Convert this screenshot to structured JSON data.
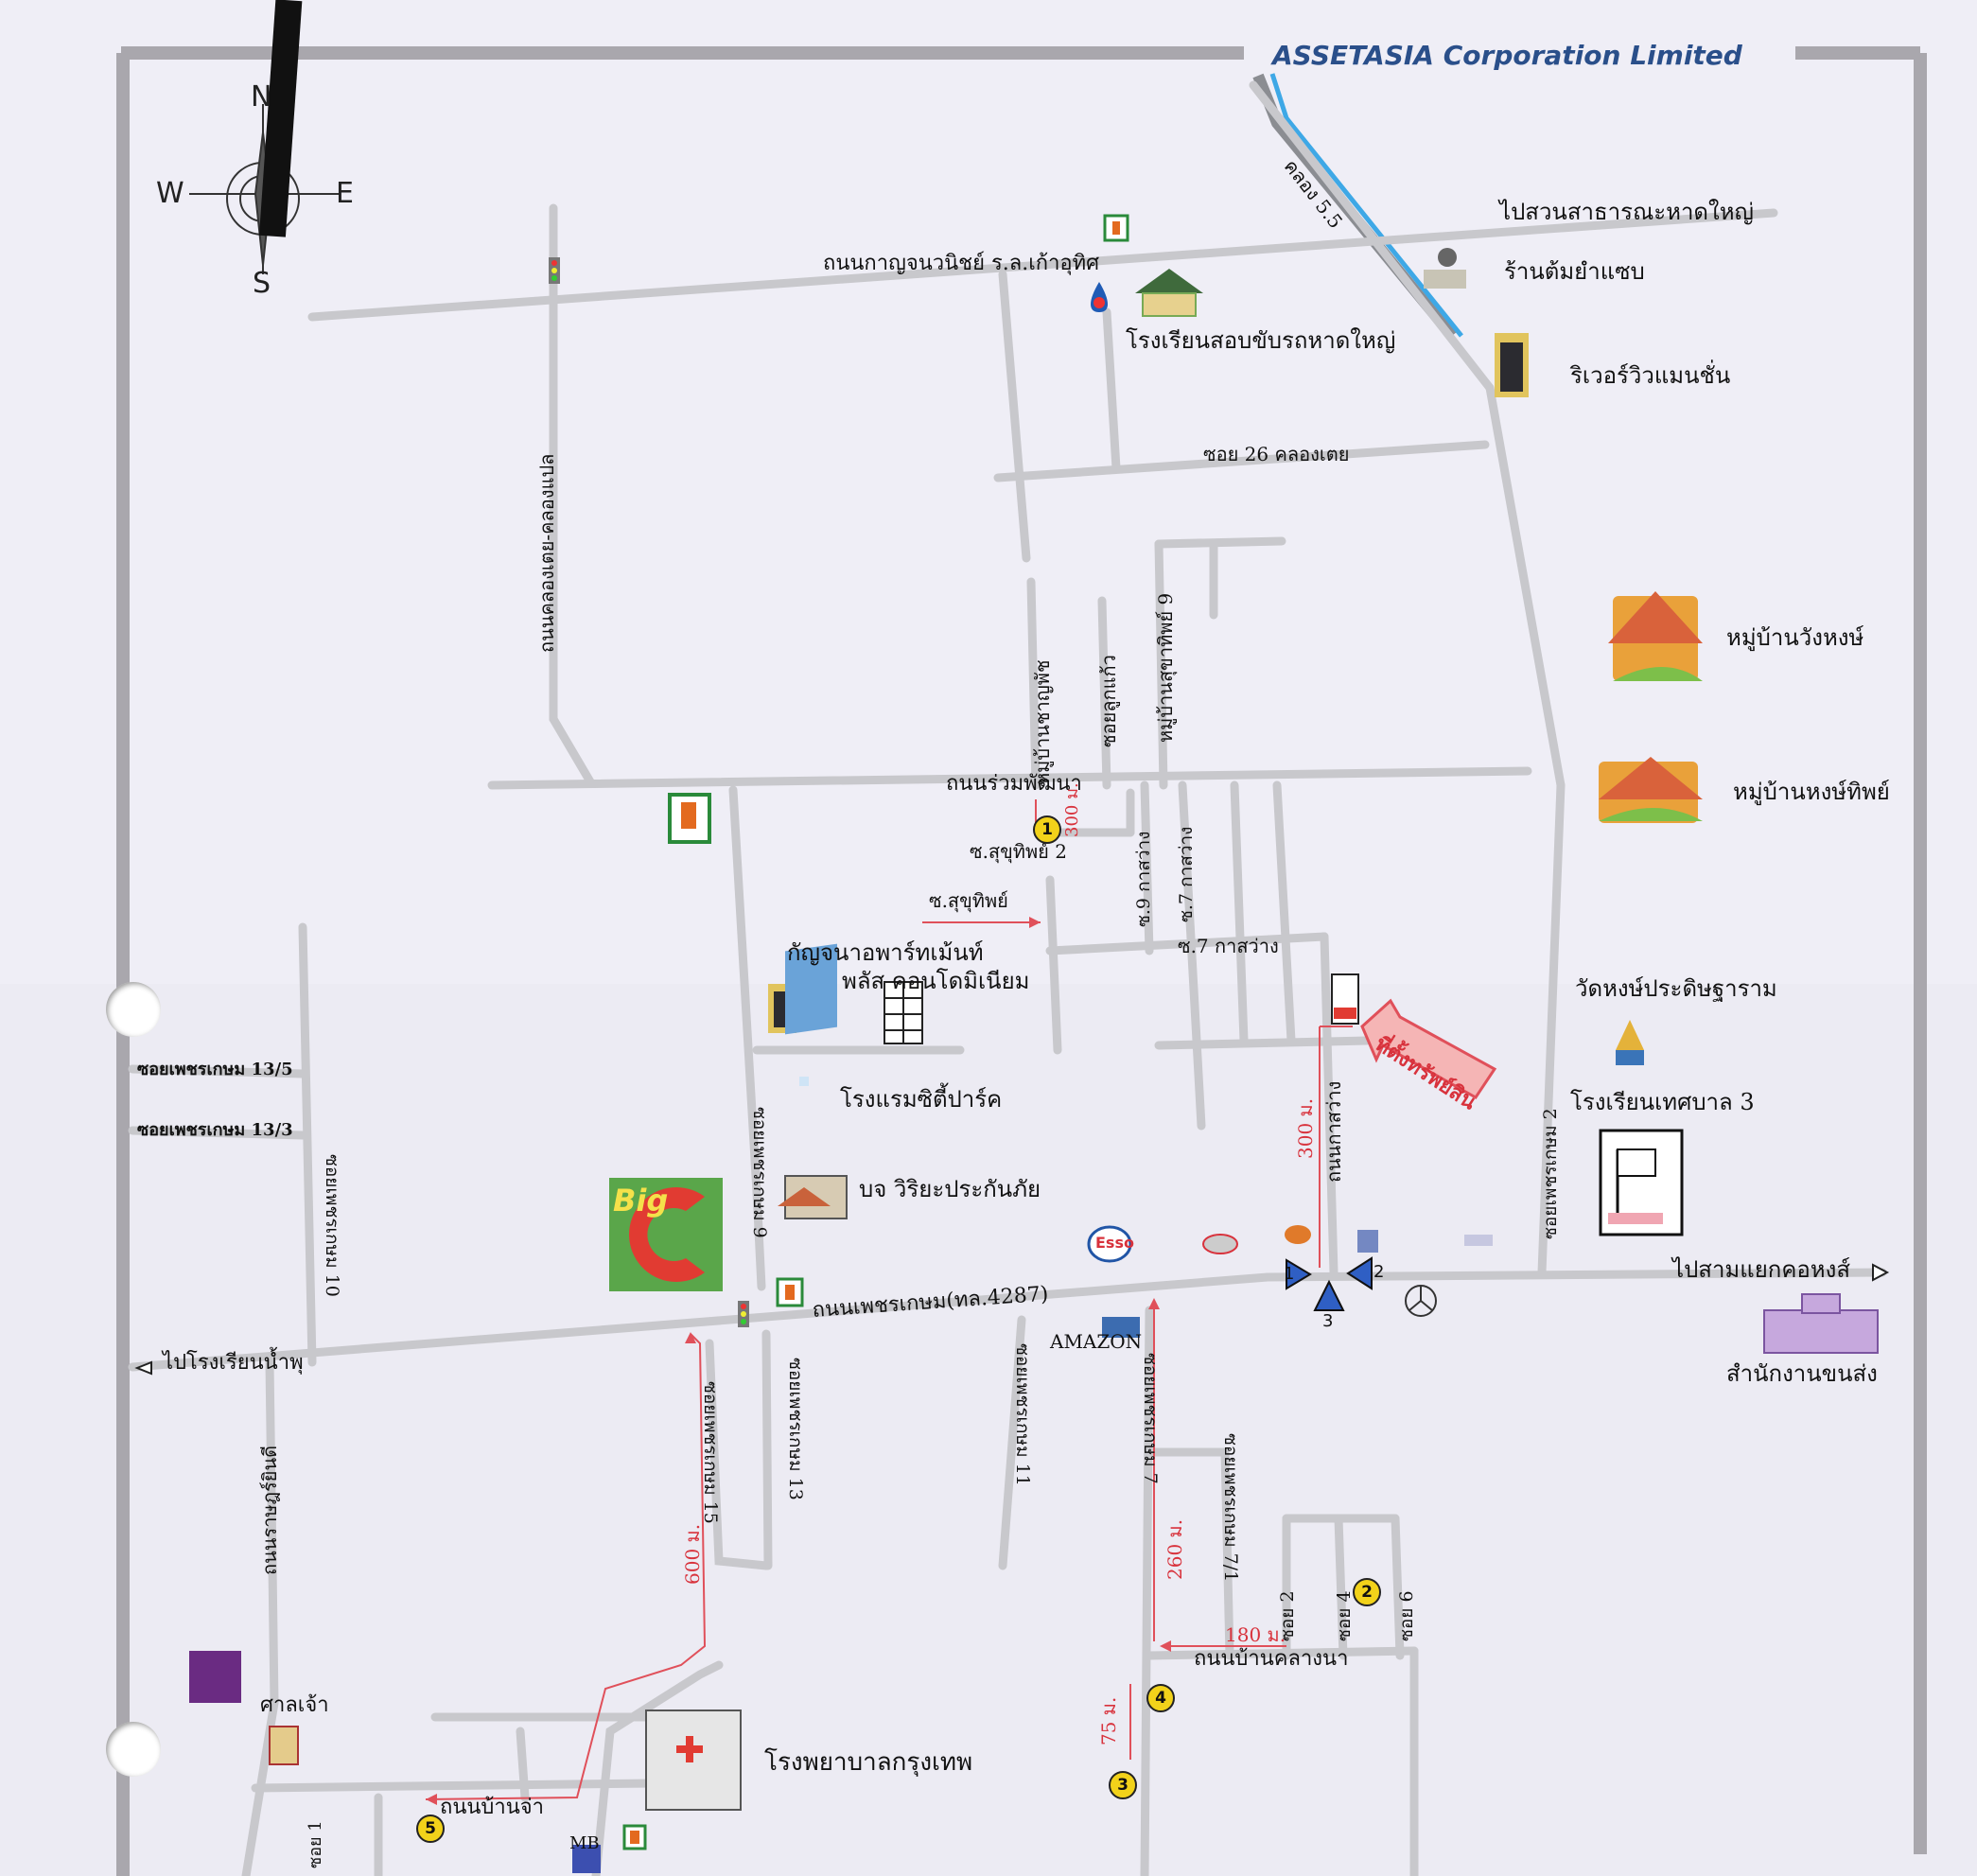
{
  "company": "ASSETASIA Corporation Limited",
  "compass": {
    "n": "N",
    "s": "S",
    "e": "E",
    "w": "W"
  },
  "roads": {
    "klong_5": "คลอง 5.5",
    "to_park": "ไปสวนสาธารณะหาดใหญ่",
    "kanchanawanit": "ถนนกาญจนวนิชย์ ร.ล.เก้าอุทิศ",
    "soi26": "ซอย 26 คลองเตย",
    "klong_toey_road": "ถนนคลองเตย-คลองแปล",
    "ruam_pattana": "ถนนร่วมพัฒนา",
    "moo_ban_chaya": "หมู่บ้านชาญพัช",
    "soi_luk_kaew": "ซอยลูกแก้ว",
    "moo_ban_sukhothip9": "หมู่บ้านสุขาทิพย์ 9",
    "soi_sukhothip2": "ซ.สุขุทิพย์ 2",
    "soi_sukhothip": "ซ.สุขุทิพย์",
    "soi9_kasawang": "ซ.9 กาสว่าง",
    "soi7_kasawang_v": "ซ.7 กาสว่าง",
    "soi7_kasawang_h": "ซ.7 กาสว่าง",
    "kasawang_road": "ถนนกาสว่าง",
    "petchkasem_13_5": "ซอยเพชรเกษม 13/5",
    "petchkasem_13_3": "ซอยเพชรเกษม 13/3",
    "petchkasem_10": "ซอยเพชรเกษม 10",
    "petchkasem_9": "ซอยเพชรเกษม 9",
    "petchkasem_main": "ถนนเพชรเกษม(ทล.4287)",
    "to_left": "ไปโรงเรียนน้ำพุ",
    "to_right": "ไปสามแยกคอหงส์",
    "petchkasem_2": "ซอยเพชรเกษม 2",
    "petchkasem_15": "ซอยเพชรเกษม 15",
    "petchkasem_13": "ซอยเพชรเกษม 13",
    "petchkasem_11": "ซอยเพชรเกษม 11",
    "petchkasem_7": "ซอยเพชรเกษม 7",
    "petchkasem_7_1": "ซอยเพชรเกษม 7/1",
    "soi2": "ซอย 2",
    "soi4": "ซอย 4",
    "soi6": "ซอย 6",
    "ban_klang_na": "ถนนบ้านคลางนา",
    "raj_utit": "ถนนราษฎร์ยินดี",
    "ban_cha": "ถนนบ้านจ่า",
    "soi1": "ซอย 1"
  },
  "places": {
    "ran_tom_yam": "ร้านต้มยำแซบ",
    "driving_school": "โรงเรียนสอบขับรถหาดใหญ่",
    "river_view": "ริเวอร์วิวแมนชั่น",
    "moo_ban_wanghong": "หมู่บ้านวังหงษ์",
    "moo_ban_hongthip": "หมู่บ้านหงษ์ทิพย์",
    "kanchana_apartment": "กัญจนาอพาร์ทเม้นท์",
    "plus_condo": "พลัส คอนโดมิเนียม",
    "wat_hong": "วัดหงษ์ประดิษฐาราม",
    "school_tessaban3": "โรงเรียนเทศบาล 3",
    "hotel_city_park": "โรงแรมซิตี้ปาร์ค",
    "wiriya_insurance": "บจ วิริยะประกันภัย",
    "amazon": "AMAZON",
    "transport_office": "สำนักงานขนส่ง",
    "bangkok_hospital": "โรงพยาบาลกรุงเทพ",
    "shrine": "ศาลเจ้า",
    "asset_here": "ที่ตั้งทรัพย์สิน",
    "big_c": "Big",
    "esso": "Esso",
    "mb": "MB"
  },
  "distances": {
    "d300_ruam": "300 ม.",
    "d300_kasawang": "300 ม.",
    "d600": "600 ม.",
    "d260": "260 ม.",
    "d180": "180 ม.",
    "d75": "75 ม."
  },
  "markers": {
    "m1": "1",
    "m2": "2",
    "m3": "3",
    "m4": "4",
    "m5": "5",
    "t1": "1",
    "t2": "2",
    "t3": "3"
  },
  "colors": {
    "road": "#c8c8cc",
    "border": "#a9a7ad",
    "canal": "#3ea8e6",
    "route": "#e0505a",
    "marker": "#f2d21a",
    "brand": "#2a4f8a"
  }
}
